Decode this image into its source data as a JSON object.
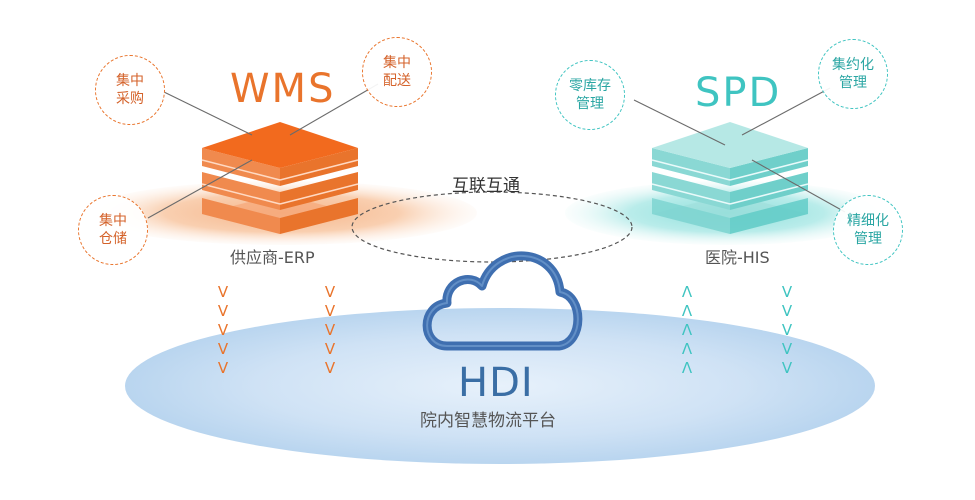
{
  "colors": {
    "wms_accent": "#e9742c",
    "spd_accent": "#3fc4c1",
    "hdi_blue": "#3a6ea5",
    "text_gray": "#555555",
    "cloud_blue": "#3f6fb0"
  },
  "wms": {
    "title": "WMS",
    "subtitle": "供应商-ERP",
    "bubbles": [
      "集中\n采购",
      "集中\n配送",
      "集中\n仓储"
    ]
  },
  "spd": {
    "title": "SPD",
    "subtitle": "医院-HIS",
    "bubbles": [
      "零库存\n管理",
      "集约化\n管理",
      "精细化\n管理"
    ]
  },
  "center": {
    "interconnect_label": "互联互通",
    "hdi_title": "HDI",
    "hdi_subtitle": "院内智慧物流平台",
    "cloud_icon": "cloud-icon"
  },
  "arrows": {
    "down_symbol": "V",
    "up_symbol": "Λ",
    "count": 5
  }
}
